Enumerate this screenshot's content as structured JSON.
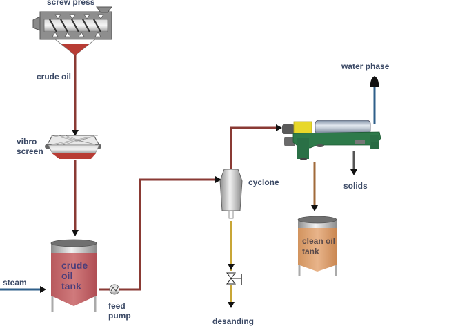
{
  "title": "Crude oil clarification process flow",
  "labels": {
    "screw_press": "screw press",
    "crude_oil": "crude oil",
    "vibro_screen": "vibro\nscreen",
    "steam": "steam",
    "crude_oil_tank": "crude\noil\ntank",
    "feed_pump": "feed\npump",
    "cyclone": "cyclone",
    "desanding": "desanding",
    "water_phase": "water phase",
    "solids": "solids",
    "clean_oil_tank": "clean oil\ntank"
  },
  "colors": {
    "oil_line": "#8a3a34",
    "steam_line": "#2f5f8a",
    "water_line": "#2f5f8a",
    "sand_line": "#c8a636",
    "solids_line": "#555555",
    "clean_oil_line": "#a06a3a",
    "crude_tank_fill": "#c4686c",
    "clean_tank_fill": "#dea27a",
    "decanter_frame": "#2e7a4a",
    "decanter_motor_box": "#e8d82a",
    "label_text": "#3c4a66"
  },
  "flows": [
    {
      "from": "screw press",
      "to": "vibro screen",
      "medium": "crude oil"
    },
    {
      "from": "vibro screen",
      "to": "crude oil tank",
      "medium": "crude oil"
    },
    {
      "from": "steam",
      "to": "crude oil tank",
      "medium": "steam"
    },
    {
      "from": "crude oil tank",
      "to": "feed pump",
      "medium": "crude oil"
    },
    {
      "from": "feed pump",
      "to": "cyclone",
      "medium": "crude oil"
    },
    {
      "from": "cyclone",
      "to": "decanter",
      "medium": "crude oil"
    },
    {
      "from": "cyclone",
      "to": "desanding",
      "medium": "sand"
    },
    {
      "from": "decanter",
      "to": "water phase",
      "medium": "water"
    },
    {
      "from": "decanter",
      "to": "solids",
      "medium": "solids"
    },
    {
      "from": "decanter",
      "to": "clean oil tank",
      "medium": "clean oil"
    }
  ]
}
